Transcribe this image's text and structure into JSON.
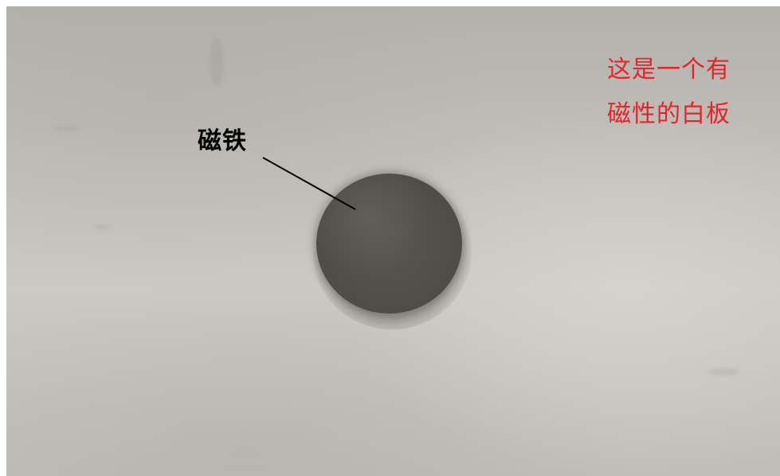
{
  "labels": {
    "magnet": "磁铁",
    "whiteboard_note_line1": "这是一个有",
    "whiteboard_note_line2": "磁性的白板"
  },
  "colors": {
    "board": "#c2c0bb",
    "magnet": "#524f4a",
    "label_text": "#000000",
    "note_text": "#e8242a",
    "leader_line": "#000000"
  }
}
